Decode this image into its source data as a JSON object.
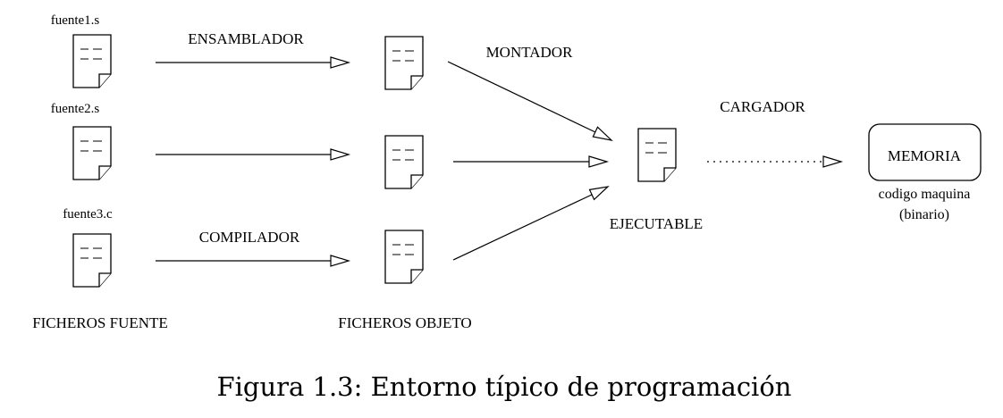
{
  "sources": {
    "file1": "fuente1.s",
    "file2": "fuente2.s",
    "file3": "fuente3.c",
    "group_label": "FICHEROS FUENTE"
  },
  "objects": {
    "group_label": "FICHEROS OBJETO"
  },
  "steps": {
    "assembler": "ENSAMBLADOR",
    "compiler": "COMPILADOR",
    "linker": "MONTADOR",
    "loader": "CARGADOR"
  },
  "executable": {
    "label": "EJECUTABLE"
  },
  "memory": {
    "label": "MEMORIA",
    "sub1": "codigo maquina",
    "sub2": "(binario)"
  },
  "caption": "Figura 1.3: Entorno típico de programación",
  "icons": {
    "document": "document-icon",
    "arrow": "arrow-right-icon"
  }
}
